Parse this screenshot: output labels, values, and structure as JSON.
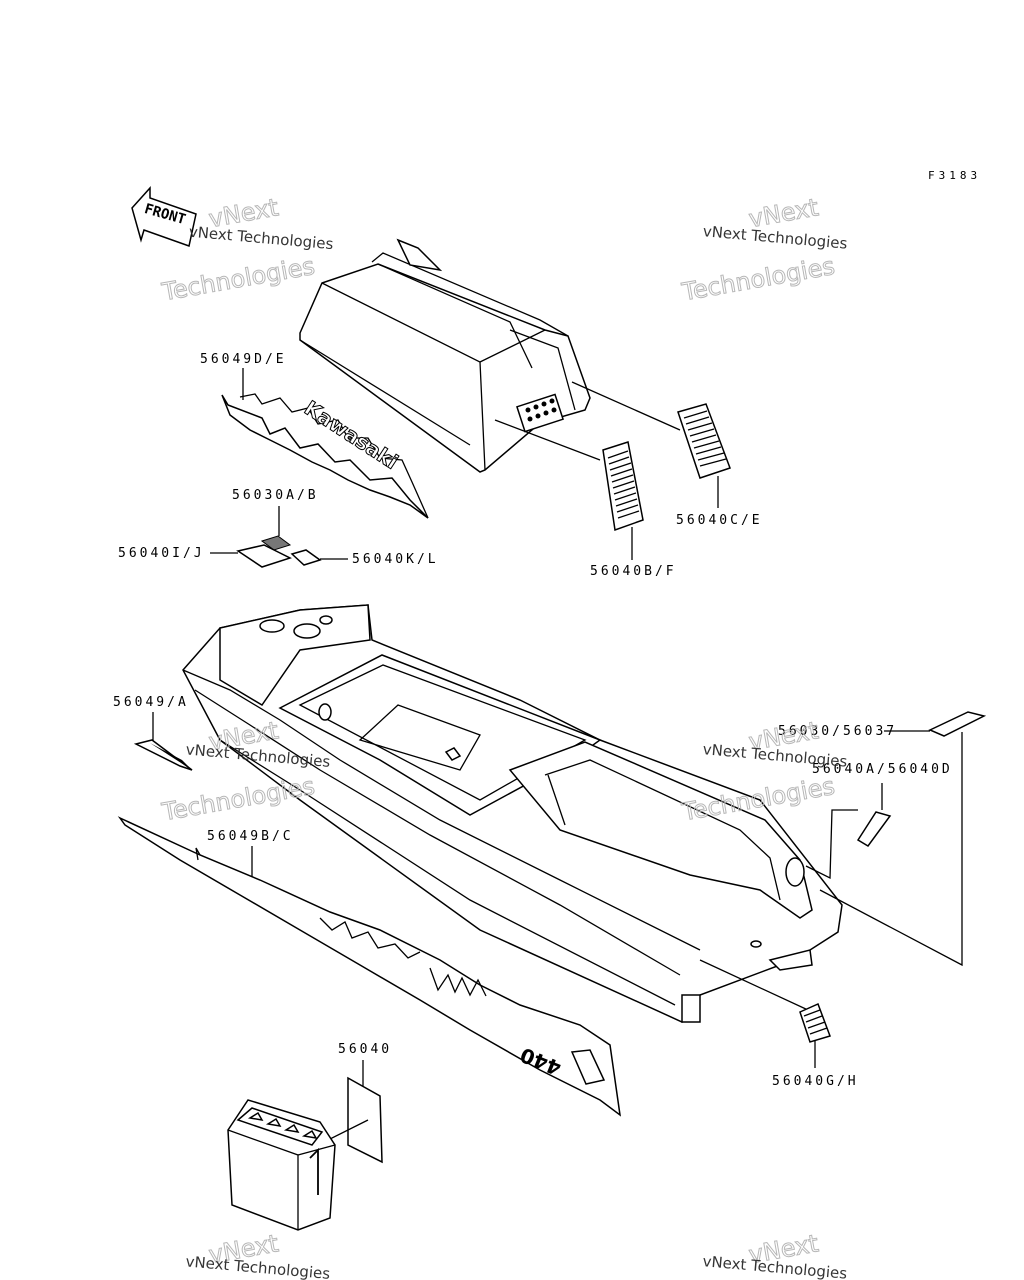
{
  "figure_code": "F3183",
  "front_arrow_label": "FRONT",
  "watermark": {
    "line1": "vNext Technologies",
    "line2": "vNext",
    "line3": "Technologies"
  },
  "decal_text": {
    "brand": "Kawasaki",
    "model": "440"
  },
  "part_labels": {
    "p56049DE": "56049D/E",
    "p56030AB": "56030A/B",
    "p56040IJ": "56040I/J",
    "p56040KL": "56040K/L",
    "p56040CE": "56040C/E",
    "p56040BF": "56040B/F",
    "p56049A": "56049/A",
    "p56049BC": "56049B/C",
    "p56030_56037": "56030/56037",
    "p56040AD": "56040A/56040D",
    "p56040": "56040",
    "p56040GH": "56040G/H"
  }
}
